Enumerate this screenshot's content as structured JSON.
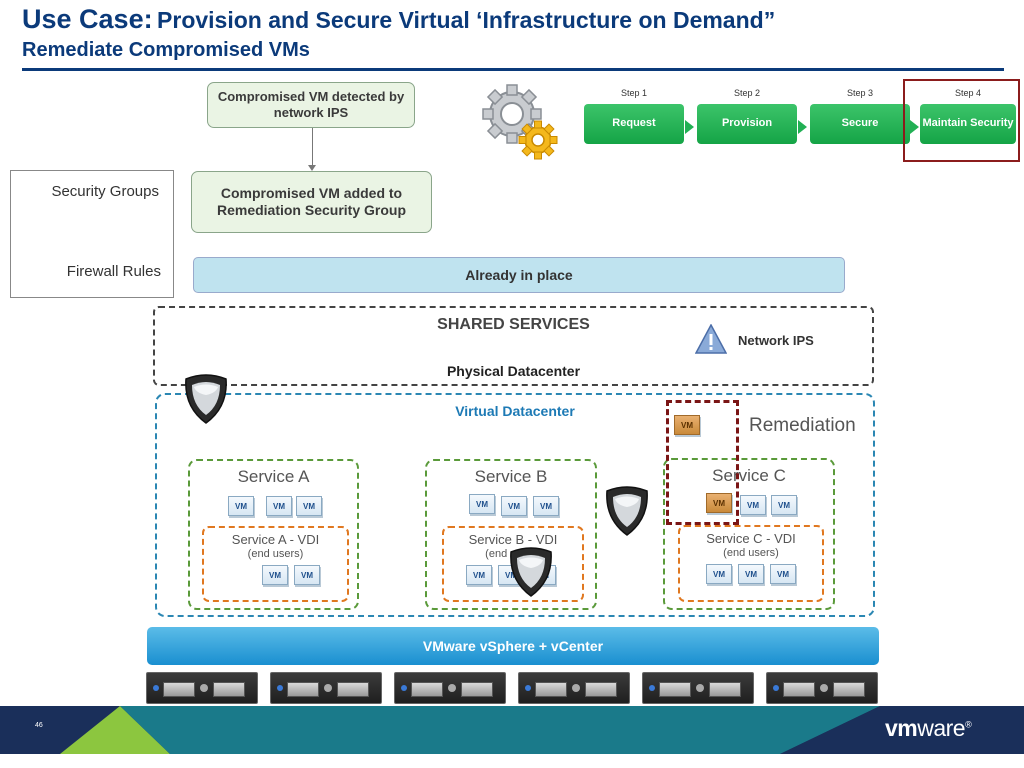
{
  "title": {
    "lead": "Use Case:",
    "rest": "Provision and Secure Virtual ‘Infrastructure on Demand”",
    "subtitle": "Remediate Compromised VMs"
  },
  "flow": {
    "detected": "Compromised VM detected by network IPS",
    "added": "Compromised VM added to Remediation Security Group",
    "already": "Already in place"
  },
  "legend": {
    "security_groups": "Security Groups",
    "firewall_rules": "Firewall Rules"
  },
  "steps": [
    {
      "step": "Step 1",
      "label": "Request"
    },
    {
      "step": "Step 2",
      "label": "Provision"
    },
    {
      "step": "Step 3",
      "label": "Secure"
    },
    {
      "step": "Step 4",
      "label": "Maintain Security"
    }
  ],
  "shared": {
    "title": "SHARED SERVICES",
    "physical": "Physical Datacenter",
    "network_ips": "Network IPS"
  },
  "virtual": {
    "title": "Virtual Datacenter",
    "remediation": "Remediation"
  },
  "services": [
    {
      "name": "Service A",
      "vdi": "Service A - VDI",
      "sub": "(end users)"
    },
    {
      "name": "Service B",
      "vdi": "Service B - VDI",
      "sub": "(end users)"
    },
    {
      "name": "Service C",
      "vdi": "Service C - VDI",
      "sub": "(end users)"
    }
  ],
  "vm_label": "VM",
  "platform": "VMware vSphere + vCenter",
  "footer": {
    "page_number": "46",
    "logo_prefix": "vm",
    "logo_suffix": "ware",
    "logo_mark": "®"
  },
  "colors": {
    "title": "#0b3a7a",
    "step_green": "#21b054",
    "step4_frame": "#8b1c1c",
    "service_border": "#5a9a3a",
    "vdi_border": "#e07820",
    "virtual_border": "#2b87b3",
    "footer_navy": "#1a2f5a",
    "footer_green": "#8cc63f",
    "footer_teal": "#1a7a8a"
  }
}
